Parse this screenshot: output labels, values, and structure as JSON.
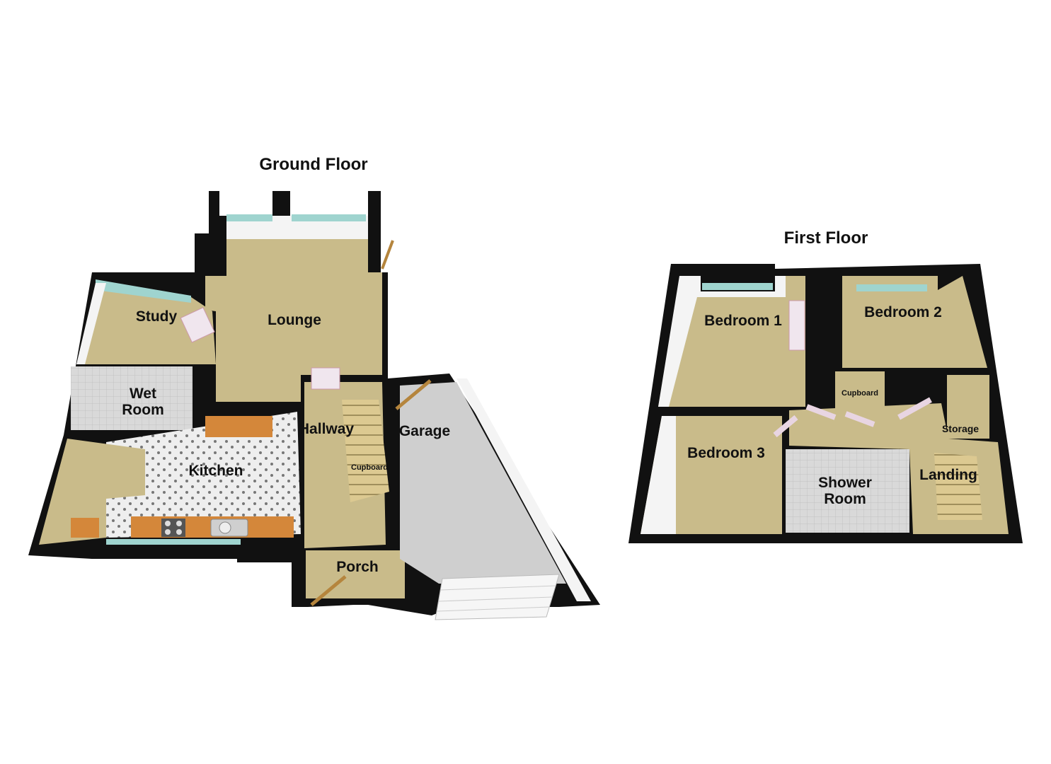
{
  "floors": {
    "ground": {
      "title": "Ground Floor",
      "rooms": {
        "lounge": "Lounge",
        "study": "Study",
        "wet_room_line1": "Wet",
        "wet_room_line2": "Room",
        "kitchen": "Kitchen",
        "hallway": "Hallway",
        "cupboard": "Cupboard",
        "garage": "Garage",
        "porch": "Porch"
      }
    },
    "first": {
      "title": "First Floor",
      "rooms": {
        "bedroom1": "Bedroom 1",
        "bedroom2": "Bedroom 2",
        "bedroom3": "Bedroom 3",
        "cupboard": "Cupboard",
        "storage": "Storage",
        "shower_room_line1": "Shower",
        "shower_room_line2": "Room",
        "landing": "Landing"
      }
    }
  },
  "colors": {
    "wall": "#111111",
    "carpet": "#c9bb8a",
    "tile_floor": "#e6e6e6",
    "garage_floor": "#cfcfcf",
    "wall_inner": "#f4f4f4",
    "window": "#9fd4cf",
    "worktop": "#d4873a",
    "stairs": "#dcc991"
  }
}
